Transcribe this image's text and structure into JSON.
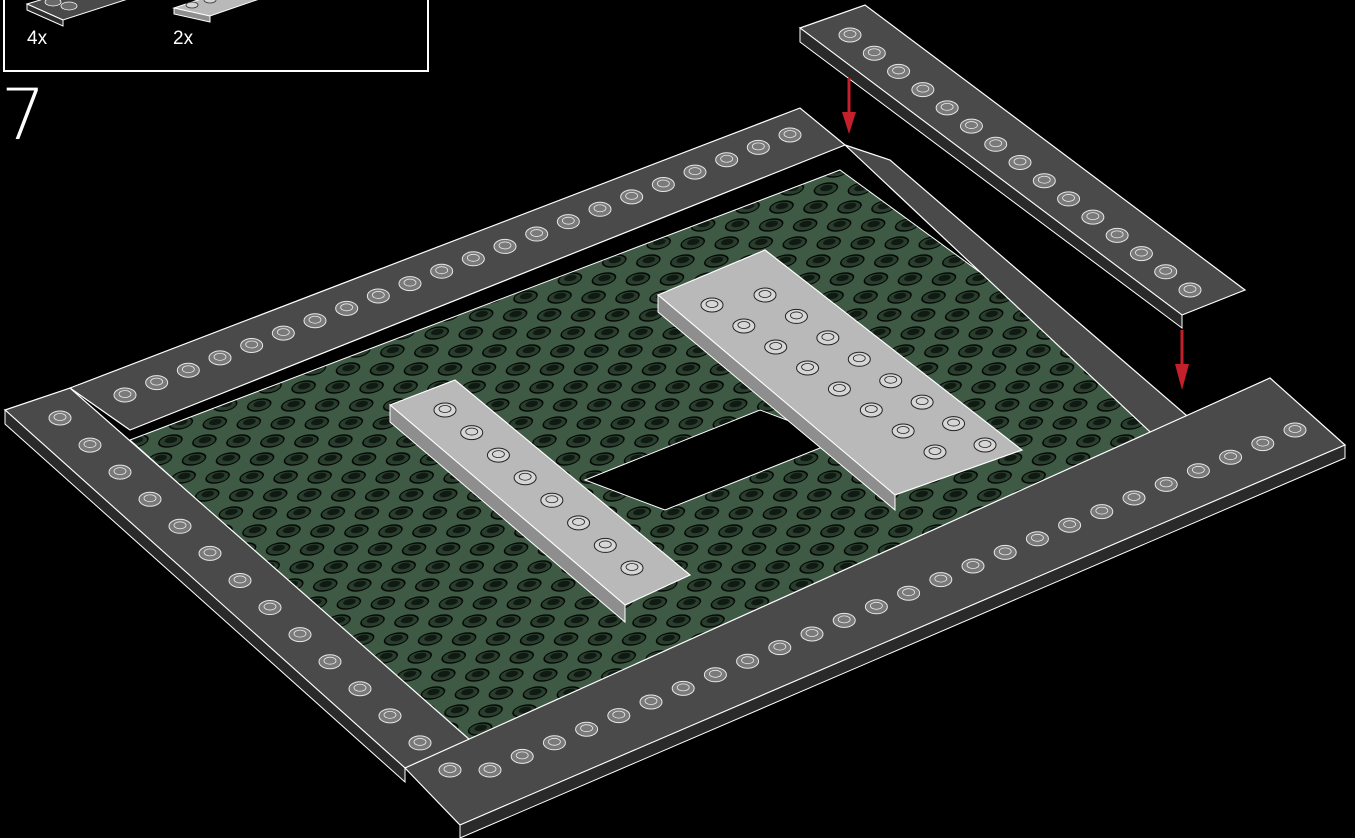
{
  "step": {
    "number": "7"
  },
  "parts_list": {
    "items": [
      {
        "quantity": "4x",
        "icon": "dark-gray-tile-icon"
      },
      {
        "quantity": "2x",
        "icon": "light-gray-plate-icon"
      }
    ]
  },
  "colors": {
    "background": "#000000",
    "baseplate_green": "#3e5a44",
    "dark_gray_part": "#4a4a4a",
    "light_gray_part": "#b9b9b9",
    "arrow_red": "#c4202b",
    "outline": "#ffffff"
  }
}
